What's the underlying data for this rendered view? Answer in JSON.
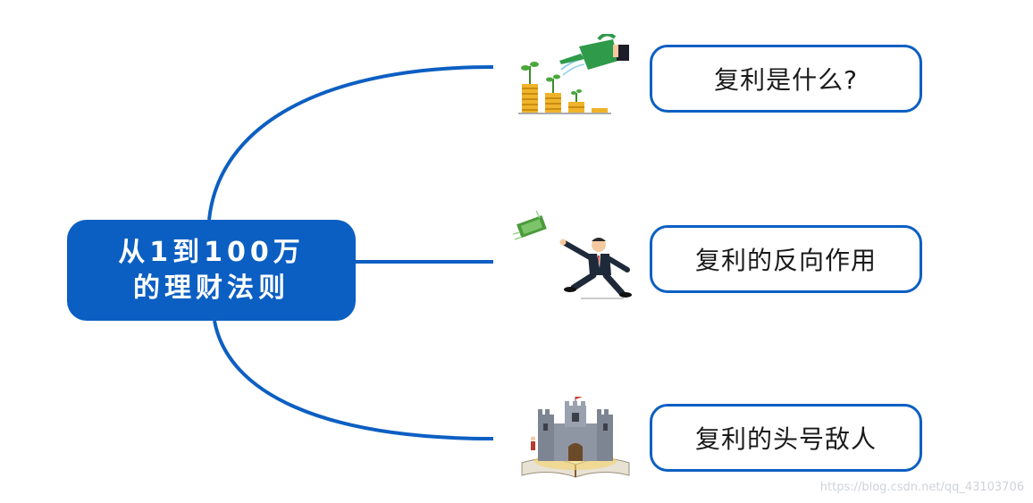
{
  "root": {
    "line1": "从1到100万",
    "line2": "的理财法则"
  },
  "topics": [
    {
      "label": "复利是什么?",
      "icon": "watering-coins-icon"
    },
    {
      "label": "复利的反向作用",
      "icon": "chasing-money-icon"
    },
    {
      "label": "复利的头号敌人",
      "icon": "castle-book-icon"
    }
  ],
  "watermark": "https://blog.csdn.net/qq_43103706",
  "colors": {
    "accent": "#0c5fc2",
    "text": "#1a1a1a",
    "background": "#ffffff"
  }
}
